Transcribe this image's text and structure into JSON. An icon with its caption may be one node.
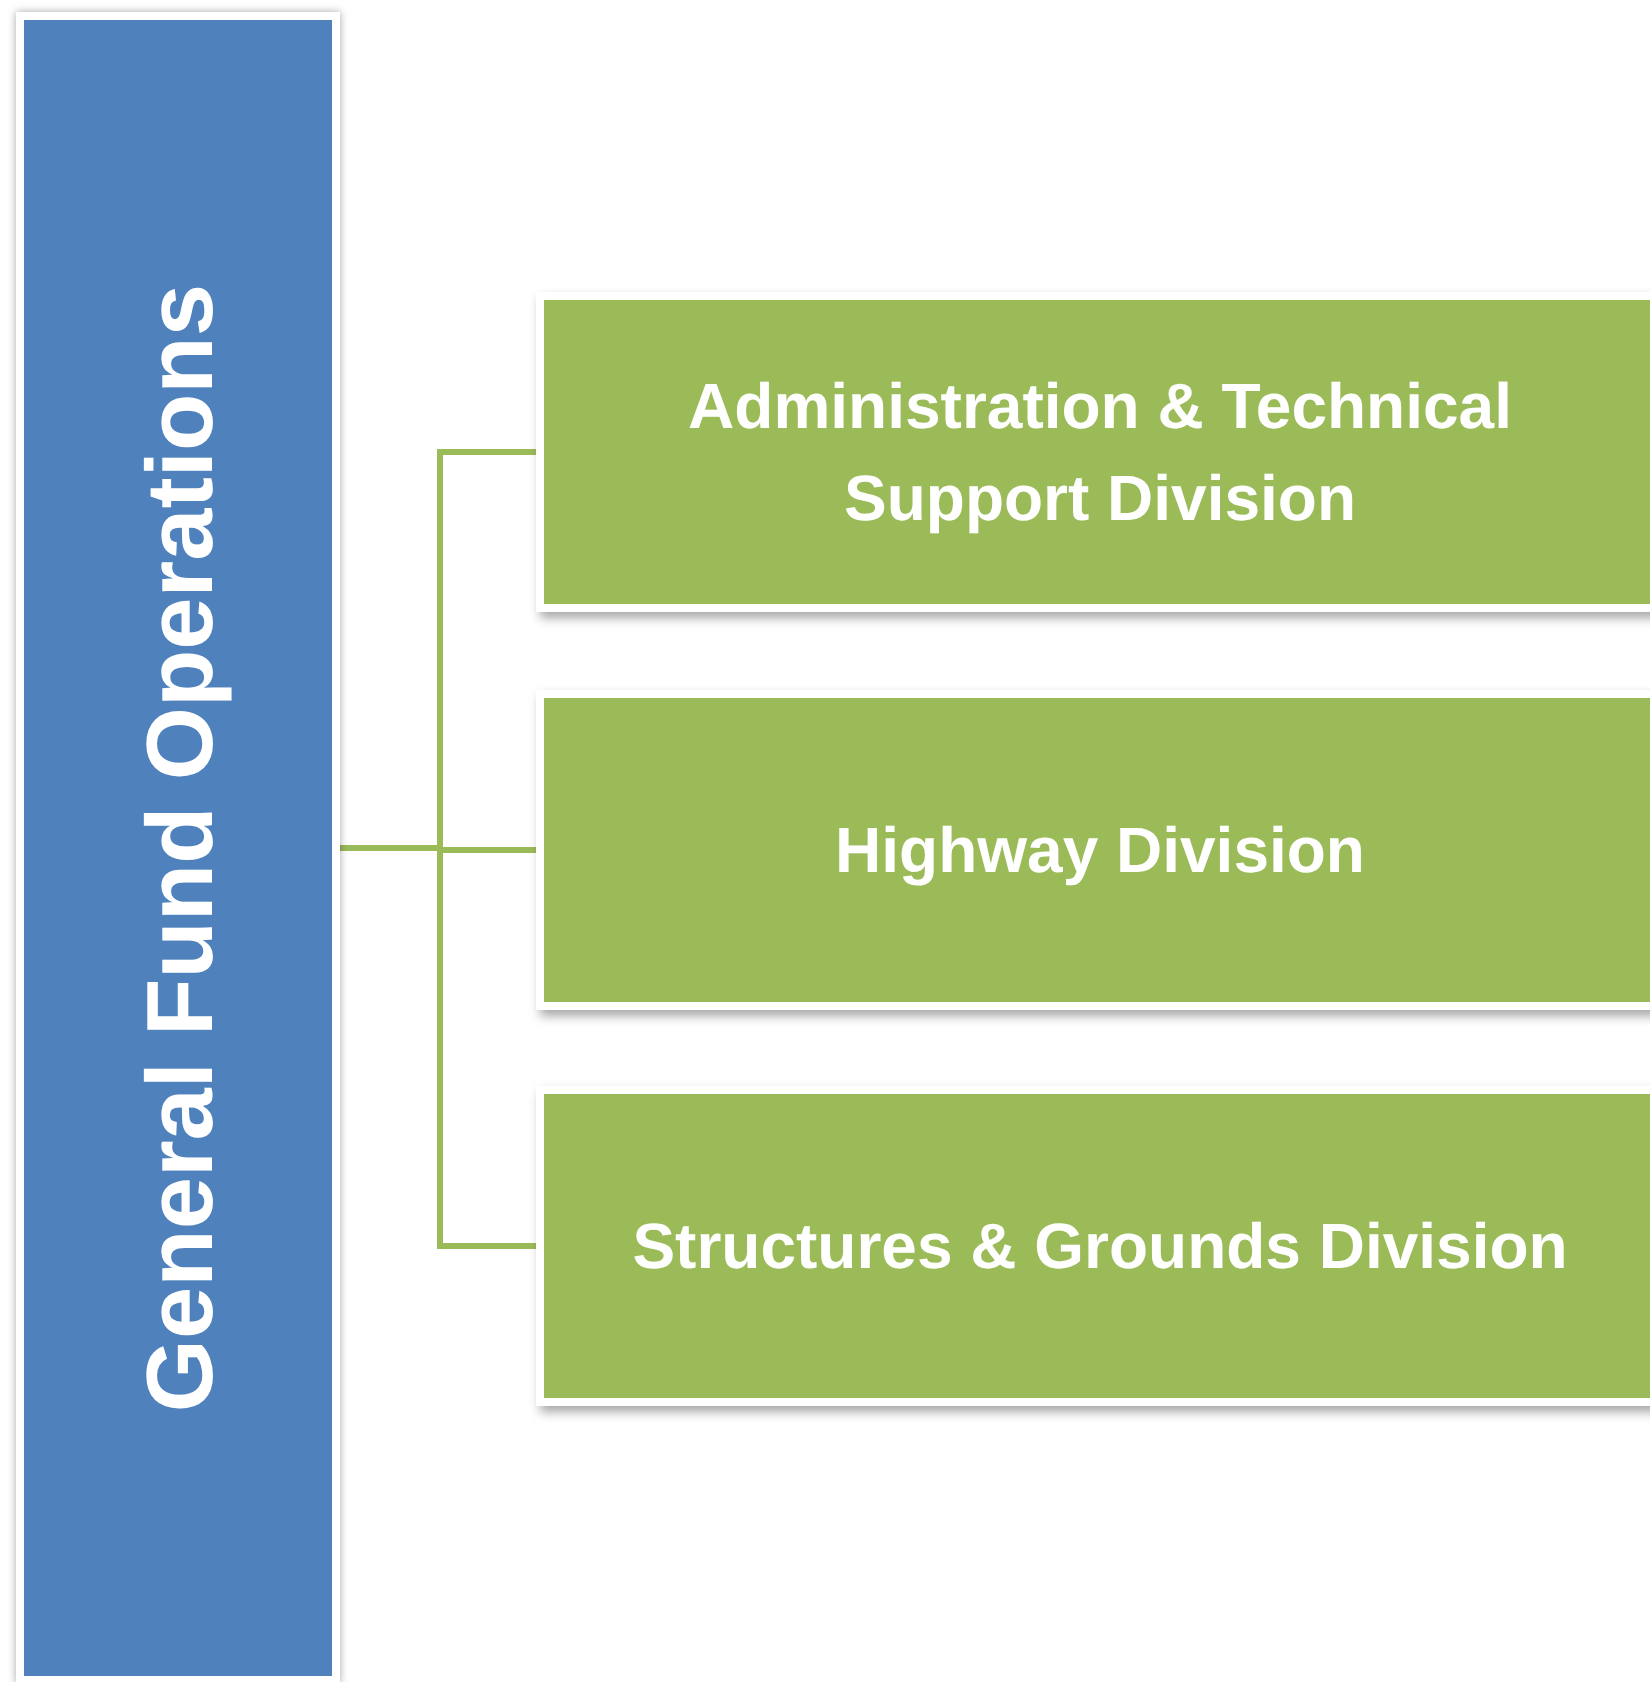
{
  "diagram": {
    "nodes": [
      {
        "text": [
          "General Fund Operations"
        ]
      },
      {
        "text": [
          "Administration & Technical Support Division"
        ]
      },
      {
        "text": [
          "Highway Division"
        ]
      },
      {
        "text": [
          "Structures & Grounds Division"
        ]
      }
    ],
    "edges": [
      {
        "from": 0,
        "to": 1,
        "arrow": "none"
      },
      {
        "from": 0,
        "to": 2,
        "arrow": "none"
      },
      {
        "from": 0,
        "to": 3,
        "arrow": "none"
      }
    ]
  }
}
